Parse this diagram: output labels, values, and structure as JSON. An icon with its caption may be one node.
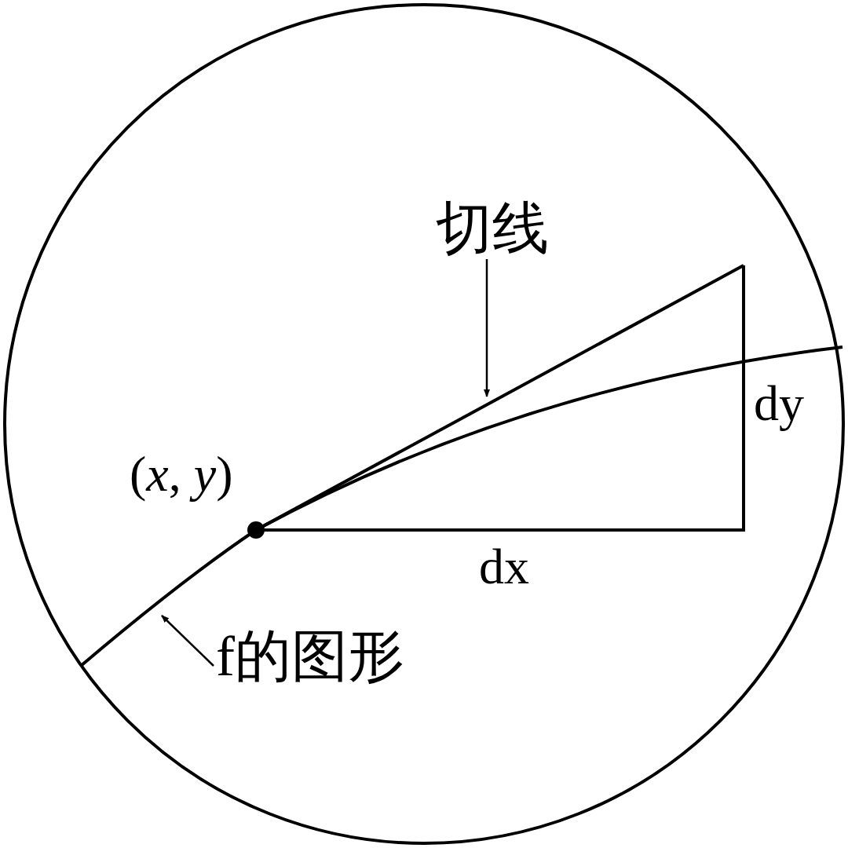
{
  "diagram": {
    "nodes": [
      {
        "text": [
          "切线"
        ]
      },
      {
        "text": [],
        "shape": "line"
      },
      {
        "text": [
          "f的图形"
        ]
      },
      {
        "text": [],
        "shape": "curve"
      }
    ],
    "edges": [
      {
        "from": 0,
        "to": 1,
        "arrow": "to"
      },
      {
        "from": 2,
        "to": 3,
        "arrow": "to"
      }
    ],
    "labels": [
      "(*x*, *y*)",
      "dx",
      "dy"
    ]
  }
}
